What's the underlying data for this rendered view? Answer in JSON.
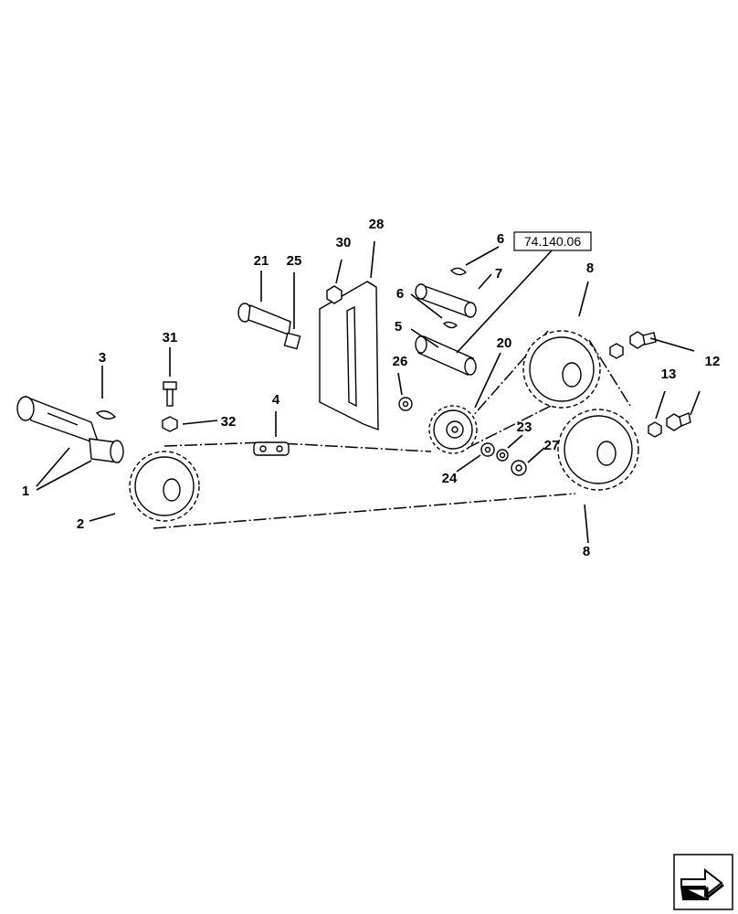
{
  "diagram": {
    "reference_box": "74.140.06",
    "callouts": {
      "c1": "1",
      "c2": "2",
      "c3": "3",
      "c4": "4",
      "c5": "5",
      "c6a": "6",
      "c6b": "6",
      "c7": "7",
      "c8a": "8",
      "c8b": "8",
      "c12": "12",
      "c13": "13",
      "c20": "20",
      "c21": "21",
      "c23": "23",
      "c24": "24",
      "c25": "25",
      "c26": "26",
      "c27": "27",
      "c28": "28",
      "c30": "30",
      "c31": "31",
      "c32": "32"
    }
  },
  "nav": {
    "icon": "next-page-arrow-icon"
  }
}
